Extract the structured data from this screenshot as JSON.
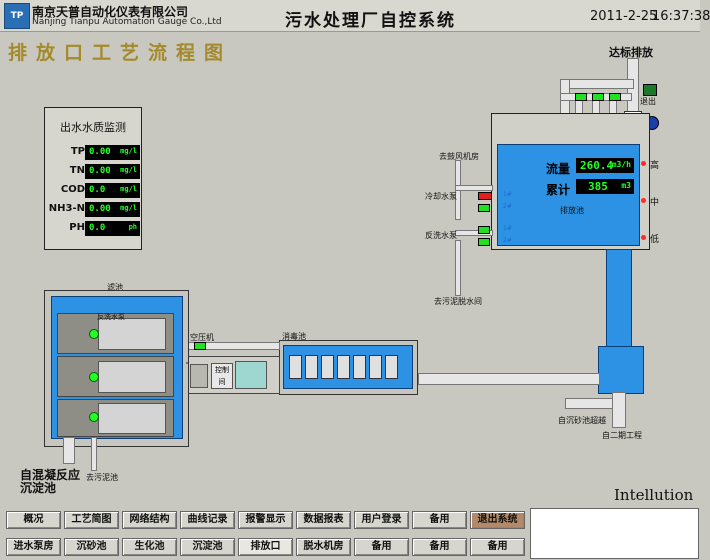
{
  "header": {
    "logo_text": "TP",
    "company_cn": "南京天普自动化仪表有限公司",
    "company_en": "Nanjing Tianpu Automation Gauge Co.,Ltd",
    "title": "污水处理厂自控系统",
    "date": "2011-2-25",
    "time": "16:37:38"
  },
  "page_title": "排放口工艺流程图",
  "effluent_panel": {
    "title": "出水水质监测",
    "rows": [
      {
        "label": "TP",
        "value": "0.00",
        "unit": "mg/l"
      },
      {
        "label": "TN",
        "value": "0.00",
        "unit": "mg/l"
      },
      {
        "label": "COD",
        "value": "0.0",
        "unit": "mg/l"
      },
      {
        "label": "NH3-N",
        "value": "0.00",
        "unit": "mg/l"
      },
      {
        "label": "PH",
        "value": "0.0",
        "unit": "ph"
      }
    ]
  },
  "discharge": {
    "top_label": "达标排放",
    "exit_label": "退出",
    "tank_label": "排放池",
    "flow_label": "流量",
    "flow_value": "260.4",
    "flow_unit": "m3/h",
    "total_label": "累计",
    "total_value": "385",
    "total_unit": "m3",
    "level_high": "高",
    "level_mid": "中",
    "level_low": "低",
    "blower_label": "去鼓风机房",
    "cooling_pump_label": "冷却水泵",
    "backwash_pump_label": "反洗水泵",
    "sludge_label": "去污泥脱水间",
    "pump_1": "1#",
    "pump_2": "2#"
  },
  "filter": {
    "pool_label": "滤池",
    "backwash_label": "反洗水泵",
    "inlet_label": "自混凝反应\n沉淀池",
    "sludge_label": "去污泥池"
  },
  "compressor_label": "空压机",
  "control_room_label": "控制间",
  "disinfection_label": "消毒池",
  "grit_label": "自沉砂池超越",
  "phase2_label": "自二期工程",
  "brand": "Intellution",
  "nav": {
    "row1": [
      "概况",
      "工艺简图",
      "网络结构",
      "曲线记录",
      "报警显示",
      "数据报表",
      "用户登录",
      "备用",
      "退出系统"
    ],
    "row2": [
      "进水泵房",
      "沉砂池",
      "生化池",
      "沉淀池",
      "排放口",
      "脱水机房",
      "备用",
      "备用",
      "备用"
    ],
    "active": "排放口"
  }
}
